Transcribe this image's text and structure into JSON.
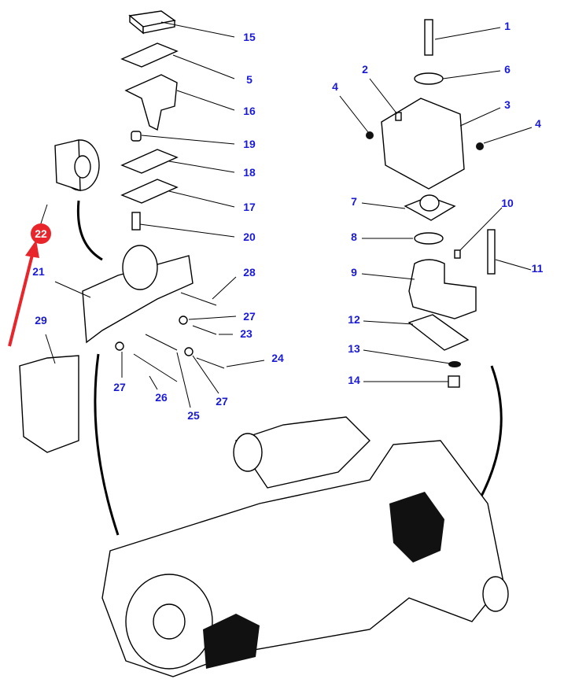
{
  "diagram": {
    "callouts": [
      "15",
      "5",
      "16",
      "19",
      "18",
      "17",
      "20",
      "28",
      "27",
      "23",
      "24",
      "27",
      "25",
      "26",
      "27",
      "21",
      "29",
      "1",
      "6",
      "3",
      "4",
      "4",
      "2",
      "7",
      "10",
      "8",
      "11",
      "9",
      "12",
      "13",
      "14"
    ],
    "highlight": {
      "label": "22",
      "color": "#e8252b"
    },
    "label_color": "#1a1ad6"
  }
}
